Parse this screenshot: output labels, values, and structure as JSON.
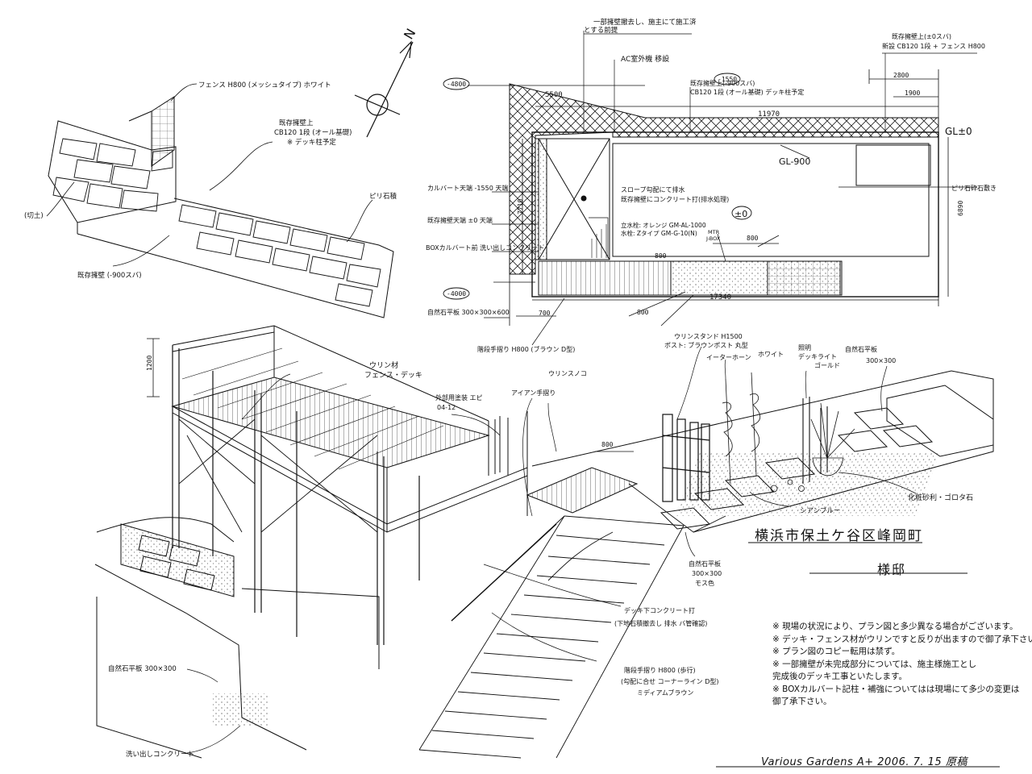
{
  "title": {
    "address": "横浜市保土ケ谷区峰岡町",
    "client": "様邸"
  },
  "signature": "Various Gardens A+  2006. 7. 15 原稿",
  "north": "N",
  "plan": {
    "top_note_line1": "一部擁壁撤去し、施主にて施工済",
    "top_note_line2": "とする前提",
    "ac_note": "AC室外機 移設",
    "levels": {
      "left_top": "-4800",
      "mid_top": "-1550",
      "gl_zero": "GL±0",
      "gl_900": "GL-900",
      "pm_zero": "±0",
      "left_bottom": "-4000"
    },
    "dims": {
      "d5500": "5500",
      "d11970": "11970",
      "d2800": "2800",
      "d1900": "1900",
      "d7710": "7710",
      "d6890": "6890",
      "d800a": "800",
      "d800b": "800",
      "d700": "700",
      "d17340": "17340",
      "d800c": "800"
    },
    "callouts": {
      "block_right_1": "既存擁壁上(±0スバ)",
      "block_right_2": "新設 CB120 1段 + フェンス H800",
      "block_mid_1": "既存擁壁上(-900スバ)",
      "block_mid_2": "CB120 1段 (オール基礎) デッキ柱予定",
      "culvert": "カルバート天端 -1550 天端",
      "pit": "既存擁壁天端 ±0 天端",
      "box_culvert": "BOXカルバート前 洗い出しコンクリート",
      "stone_path": "自然石平板 300×300×600",
      "stair_rail": "階段手摺り H800 (ブラウン D型)",
      "slope_note_1": "スロープ勾配にて排水",
      "slope_note_2": "既存擁壁にコンクリート打(排水処理)",
      "faucet_1": "立水栓: オレンジ GM-AL-1000",
      "faucet_2": "水栓: Zタイプ GM-G-10(N)",
      "mtr": "MTR",
      "jbox": "J-BOX",
      "crushed": "ピリ石砕石敷き"
    }
  },
  "wall_detail": {
    "fence": "フェンス H800 (メッシュタイプ) ホワイト",
    "cb_1": "既存擁壁上",
    "cb_2": "CB120 1段 (オール基礎)",
    "cb_3": "※ デッキ柱予定",
    "stone": "ピリ石積",
    "cut": "(切土)",
    "existing": "既存擁壁 (-900スバ)"
  },
  "iso": {
    "dim_1200": "1200",
    "dim_800": "800",
    "deck_1": "ウリン材",
    "deck_2": "フェンス・デッキ",
    "paint_1": "外部用塗装 エピ",
    "paint_2": "04-12",
    "iron_rail": "アイアン手摺り",
    "urin": "ウリンスノコ",
    "trellis_1": "ウリンスタンド H1500",
    "trellis_2": "ポスト: ブラウンポスト 丸型",
    "trellis_3": "ホワイト",
    "plant": "イーターホーン",
    "light_1": "照明",
    "light_2": "デッキライト",
    "light_3": "ゴールド",
    "stone_1": "自然石平板",
    "stone_2": "300×300",
    "pebble": "化粧砂利・ゴロタ石",
    "blue": "シアンブルー",
    "moss_1": "自然石平板",
    "moss_2": "300×300",
    "moss_3": "モス色",
    "concrete_1": "デッキ下コンクリート打",
    "concrete_2": "(下地石積撤去し 排水 バ管確認)",
    "stair_1": "階段手摺り H800 (歩行)",
    "stair_2": "(勾配に合せ コーナーライン D型)",
    "stair_3": "ミディアムブラウン",
    "left_stone": "自然石平板 300×300",
    "wash": "洗い出しコンクリート"
  },
  "notes": [
    "※ 現場の状況により、プラン図と多少異なる場合がございます。",
    "※ デッキ・フェンス材がウリンですと反りが出ますので御了承下さい。",
    "※ プラン図のコピー転用は禁ず。",
    "※ 一部擁壁が未完成部分については、施主様施工とし",
    "   完成後のデッキ工事といたします。",
    "※ BOXカルバート記柱・補強についてはは現場にて多少の変更は",
    "   御了承下さい。"
  ]
}
